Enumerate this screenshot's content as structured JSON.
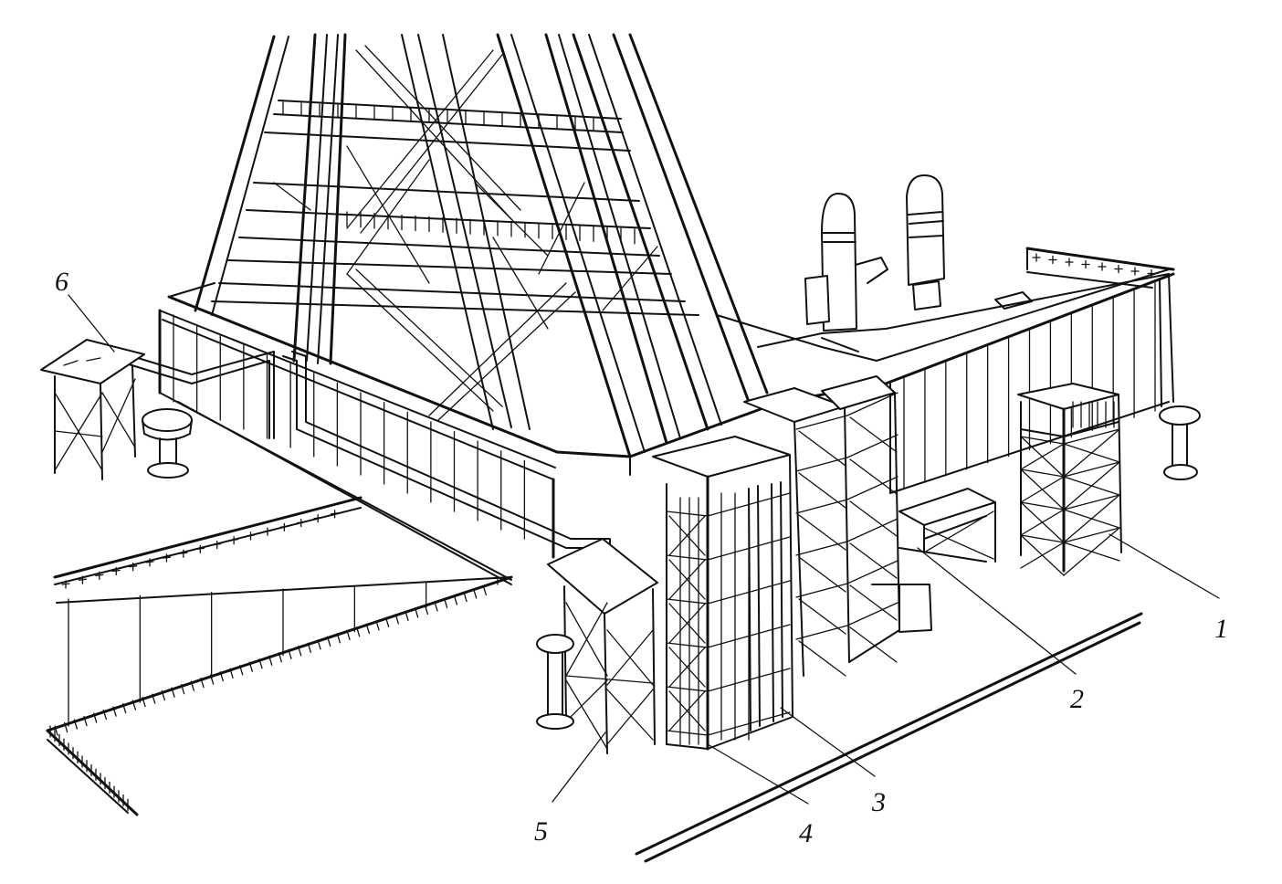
{
  "labels": [
    {
      "id": "1",
      "text": "1"
    },
    {
      "id": "2",
      "text": "2"
    },
    {
      "id": "3",
      "text": "3"
    },
    {
      "id": "4",
      "text": "4"
    },
    {
      "id": "5",
      "text": "5"
    },
    {
      "id": "6",
      "text": "6"
    }
  ],
  "colors": {
    "ink": "#111111",
    "paper": "#ffffff"
  }
}
